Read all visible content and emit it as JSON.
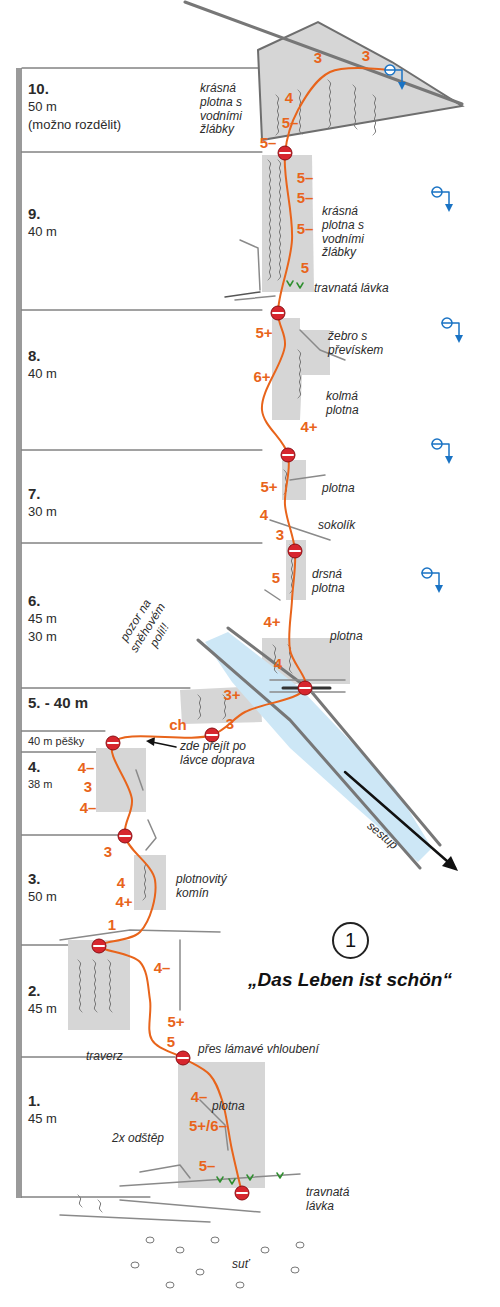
{
  "diagram": {
    "title": "„Das Leben ist schön“",
    "nodes": [
      {
        "text": [
          "1"
        ]
      }
    ],
    "labels": [
      "10.",
      "50 m",
      "(možno rozdělit)",
      "9.",
      "40 m",
      "8.",
      "40 m",
      "7.",
      "30 m",
      "6.",
      "45 m",
      "30 m",
      "5. - 40 m",
      "40 m pěšky",
      "4.",
      "38 m",
      "3.",
      "50 m",
      "2.",
      "45 m",
      "1.",
      "45 m",
      "3",
      "3",
      "4",
      "5–",
      "5–",
      "5–",
      "5–",
      "5–",
      "5",
      "5+",
      "6+",
      "4+",
      "5+",
      "4",
      "3",
      "5",
      "4+",
      "4",
      "3+",
      "3",
      "ch",
      "4–",
      "3",
      "4–",
      "3",
      "4",
      "4+",
      "1",
      "4–",
      "5+",
      "5",
      "4–",
      "5+/6–",
      "5–",
      "krásná plotna s vodními žlábky",
      "krásná plotna s vodními žlábky",
      "travnatá lávka",
      "žebro s převískem",
      "kolmá plotna",
      "plotna",
      "sokolík",
      "drsná plotna",
      "plotna",
      "pozor na sněhovém poli!!",
      "zde přejít po lávce doprava",
      "sestup",
      "plotnovitý komín",
      "traverz",
      "přes lámavé vhloubení",
      "plotna",
      "2x odštěp",
      "travnatá lávka",
      "suť"
    ]
  }
}
